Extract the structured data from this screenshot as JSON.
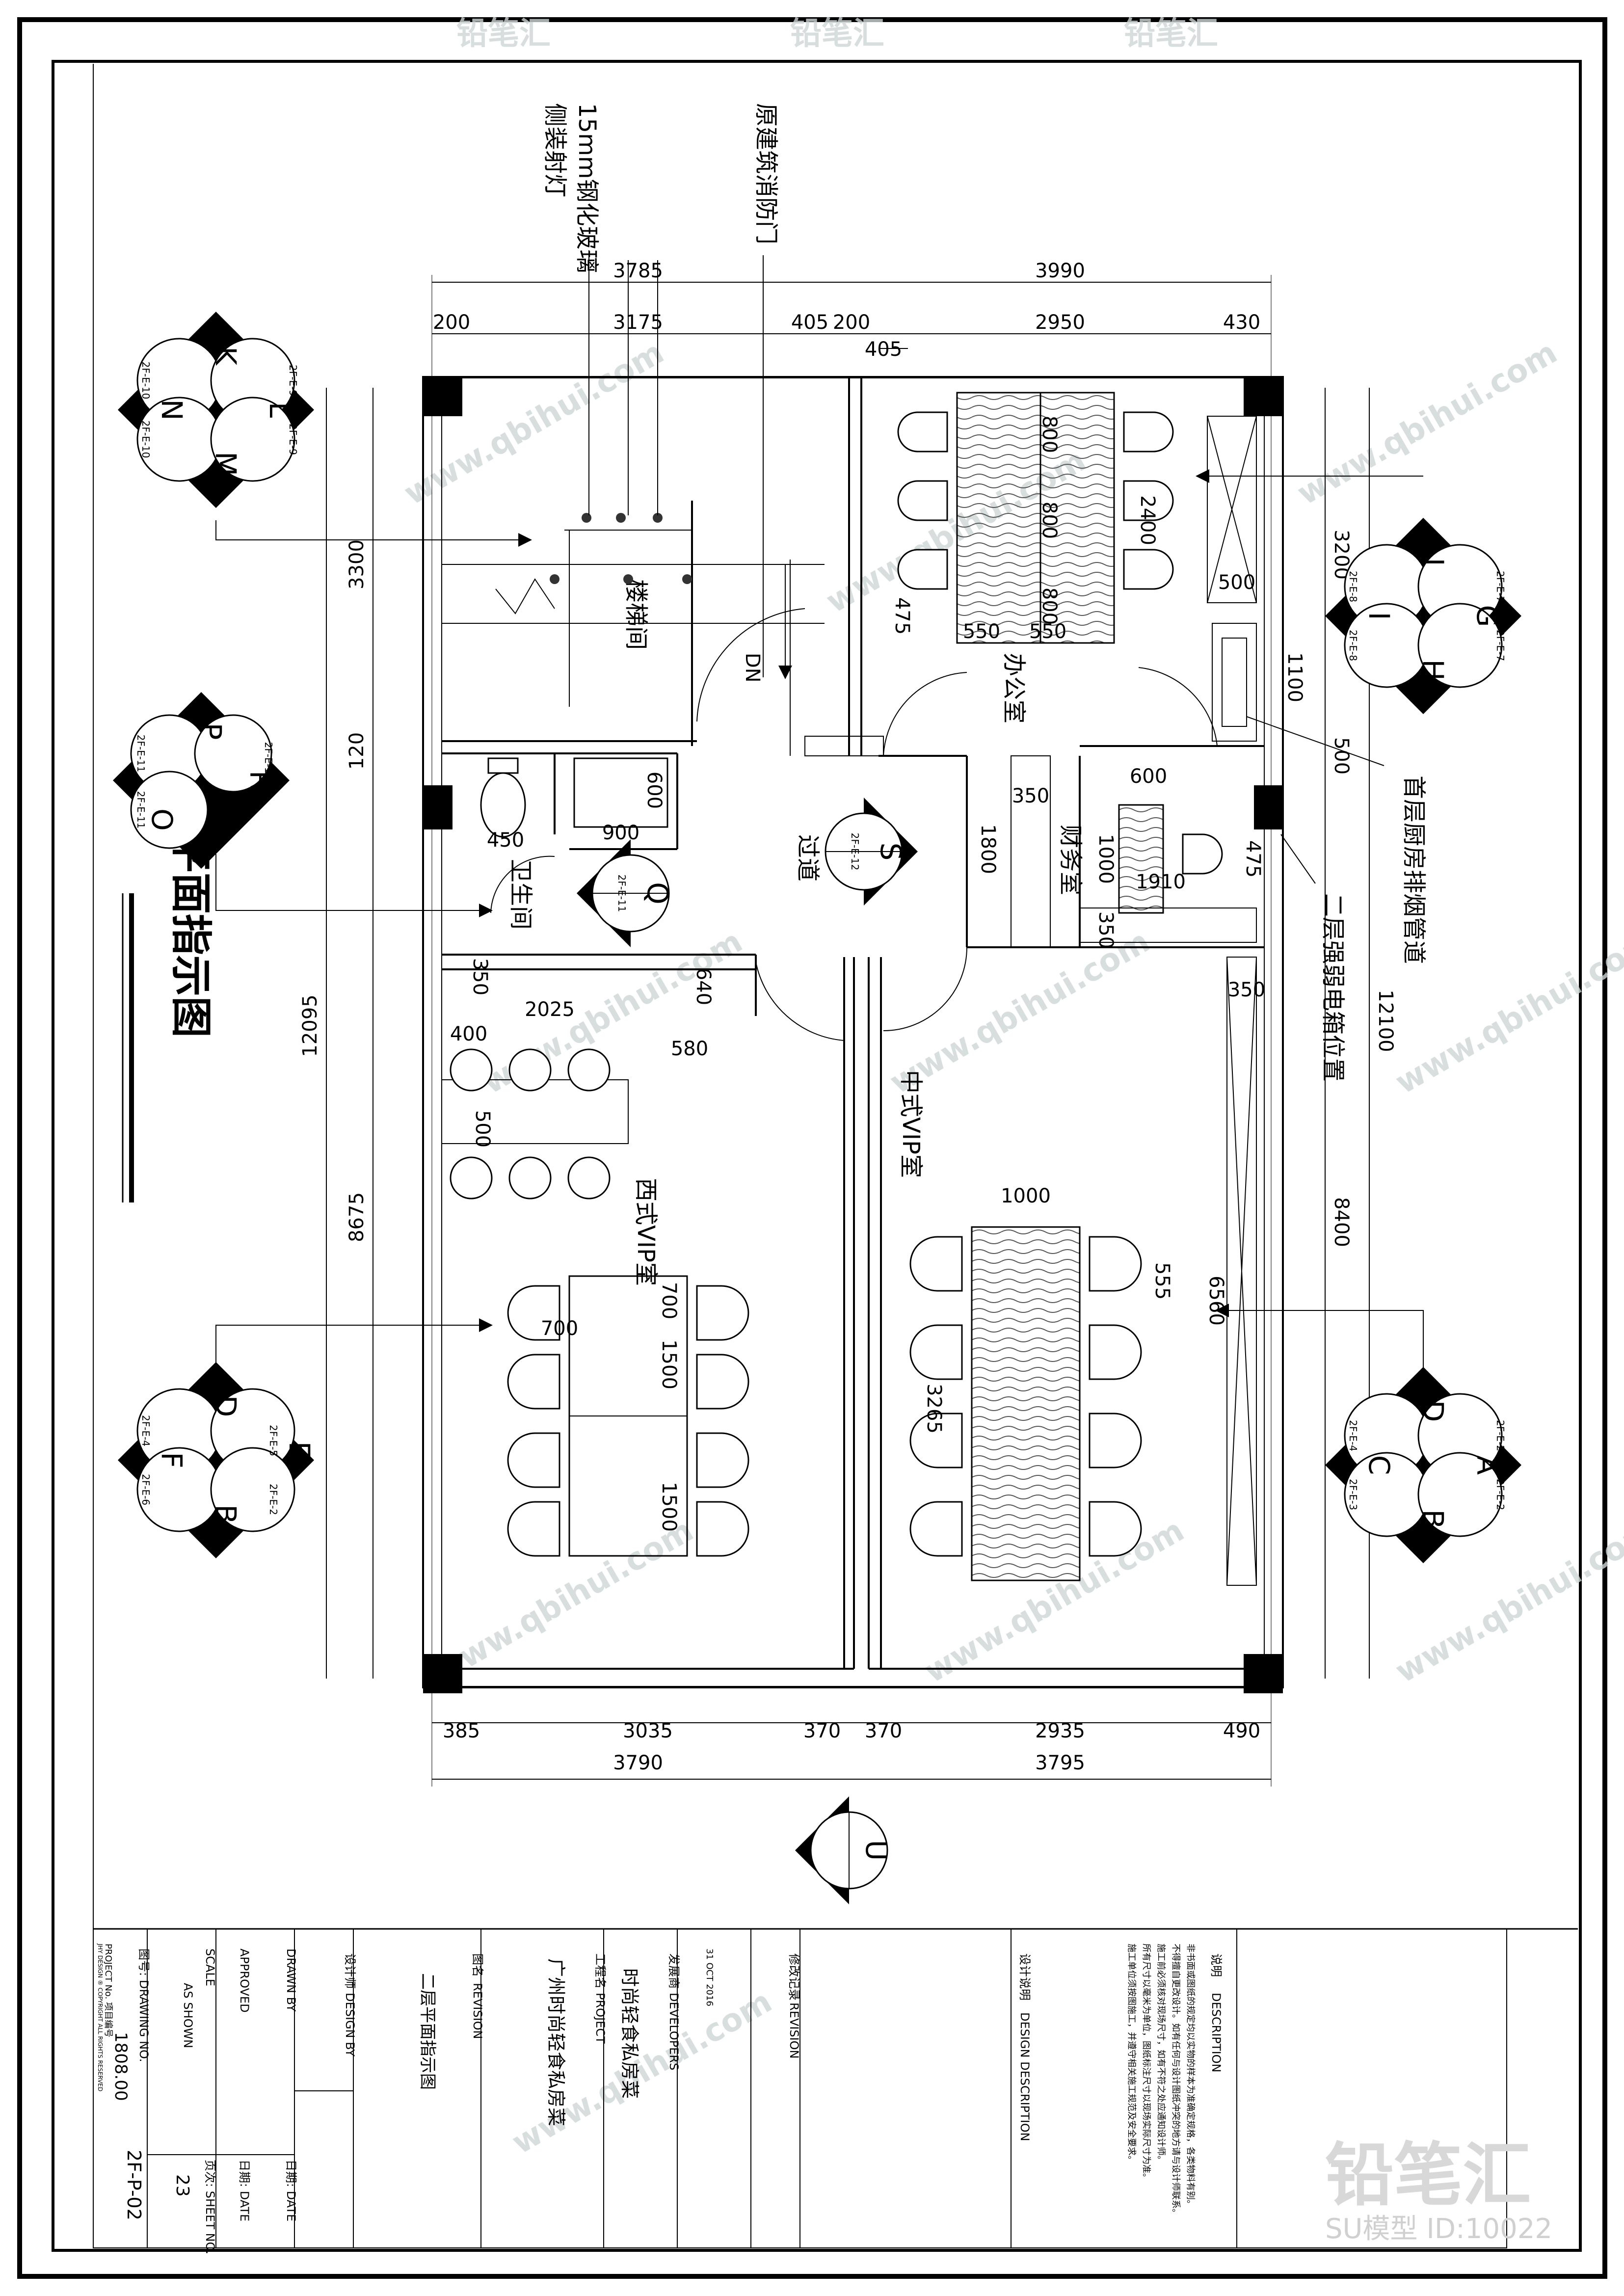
{
  "drawing_title": "二层平面指示图",
  "callouts": {
    "glass": "15mm钢化玻璃",
    "spotlight": "侧装射灯",
    "fire_door": "原建筑消防门",
    "kitchen_flue": "首层厨房排烟管道",
    "electric_box": "二层强弱电箱位置"
  },
  "rooms": {
    "stair": "楼梯间",
    "office": "办公室",
    "finance": "财务室",
    "toilet": "卫生间",
    "corridor": "过道",
    "west_vip": "西式VIP室",
    "chinese_vip": "中式VIP室",
    "dn": "DN"
  },
  "dims": {
    "top_left_total": "3785",
    "top_right_total": "3990",
    "t200a": "200",
    "t3175": "3175",
    "t405": "405",
    "t200b": "200",
    "t2950": "2950",
    "t430": "430",
    "t405b": "405",
    "left_3300": "3300",
    "left_120": "120",
    "left_12095": "12095",
    "left_8675": "8675",
    "right_3200": "3200",
    "right_1100": "1100",
    "right_500": "500",
    "right_12100": "12100",
    "right_8400": "8400",
    "d800a": "800",
    "d800b": "800",
    "d800c": "800",
    "d2400": "2400",
    "d475a": "475",
    "d550a": "550",
    "d550b": "550",
    "d500a": "500",
    "d600a": "600",
    "d450": "450",
    "d900": "900",
    "d350a": "350",
    "d1800": "1800",
    "d600b": "600",
    "d1000a": "1000",
    "d1910": "1910",
    "d475b": "475",
    "d350b": "350",
    "d350c": "350",
    "d2025": "2025",
    "d640": "640",
    "d580": "580",
    "d350d": "350",
    "d400": "400",
    "d500b": "500",
    "d1000b": "1000",
    "d555": "555",
    "d6560": "6560",
    "d700a": "700",
    "d700b": "700",
    "d1500a": "1500",
    "d1500b": "1500",
    "d3265": "3265",
    "b385": "385",
    "b3035": "3035",
    "b370a": "370",
    "b370b": "370",
    "b2935": "2935",
    "b490": "490",
    "bottom_left_total": "3790",
    "bottom_right_total": "3795"
  },
  "markers": {
    "top_left": {
      "top": "K",
      "left": "N",
      "right": "L",
      "bottom": "M",
      "c_tl": "2F-E-10",
      "c_tr": "2F-E-9",
      "c_bl": "2F-E-10",
      "c_br": "2F-E-9"
    },
    "mid_left": {
      "top": "P",
      "right": "R",
      "bottom": "O",
      "c_tl": "2F-E-11",
      "c_tr": "2F-E-12",
      "c_bl": "2F-E-11"
    },
    "bottom_left": {
      "top": "D",
      "left": "F",
      "right": "E",
      "bottom": "B",
      "c_tl": "2F-E-4",
      "c_tr": "2F-E-5",
      "c_bl": "2F-E-6",
      "c_br": "2F-E-2"
    },
    "right_top": {
      "top": "J",
      "left": "I",
      "right": "G",
      "bottom": "H",
      "c_tl": "2F-E-8",
      "c_tr": "2F-E-7",
      "c_bl": "2F-E-8",
      "c_br": "2F-E-7"
    },
    "right_bottom": {
      "top": "D",
      "left": "C",
      "right": "A",
      "bottom": "B",
      "c_tl": "2F-E-4",
      "c_tr": "2F-E-2",
      "c_bl": "2F-E-3",
      "c_br": "2F-E-2"
    },
    "single_s": {
      "letter": "S",
      "code": "2F-E-12"
    },
    "single_q": {
      "letter": "Q",
      "code": "2F-E-11"
    },
    "single_u": {
      "letter": "U"
    }
  },
  "title_block": {
    "desc_label": "说明",
    "desc_label_en": "DESCRIPTION",
    "desc_line1": "非书面或图纸的规定均以实物的样本为准确定规格，各类物料有别。",
    "desc_line2": "不得擅自更改设计。如有任何与设计图纸冲突的地方请与设计师联系。",
    "desc_line3": "施工前必须核对现场尺寸，如有不符之处应通知设计师。",
    "desc_line4": "所有尺寸以毫米为单位，图纸标注尺寸以现场实际尺寸为准。",
    "desc_line5": "施工单位须按图施工，并遵守相关施工规范及安全要求。",
    "design_desc_label": "设计说明",
    "design_desc_label_en": "DESIGN DESCRIPTION",
    "revision_label": "修改记录",
    "revision_label_en": "REVISION",
    "revision_date": "31 OCT 2016",
    "developer_label": "发展商",
    "developer_label_en": "DEVELOPERS",
    "developer_name": "时尚轻食私房菜",
    "project_label": "工程名",
    "project_label_en": "PROJECT",
    "project_name": "广州时尚轻食私房菜",
    "drawing_name_label": "图名",
    "drawing_name_label_en": "REVISION",
    "drawing_name": "二层平面指示图",
    "designer_label": "设计师",
    "designer_label_en": "DESIGN BY",
    "drawn_label": "DRAWN BY",
    "drawn_date": "日期: DATE",
    "approved_label": "APPROVED",
    "approved_date": "日期: DATE",
    "scale_label": "SCALE",
    "scale_value": "AS SHOWN",
    "sheet_label": "页次: SHEET NO.",
    "sheet_no": "23",
    "drawing_no_label": "图号: DRAWING NO.",
    "drawing_no": "2F-P-02",
    "project_no_label": "PROJECT No. 项目编号",
    "project_no": "1808.00",
    "copyright": "JHY DESIGN ® COPYRIGHT ALL RIGHTS RESERVED"
  },
  "watermark": {
    "brand": "铅笔汇",
    "url": "www.qbihui.com",
    "corner_brand": "铅笔汇",
    "corner_code": "SU模型 ID:10022"
  }
}
